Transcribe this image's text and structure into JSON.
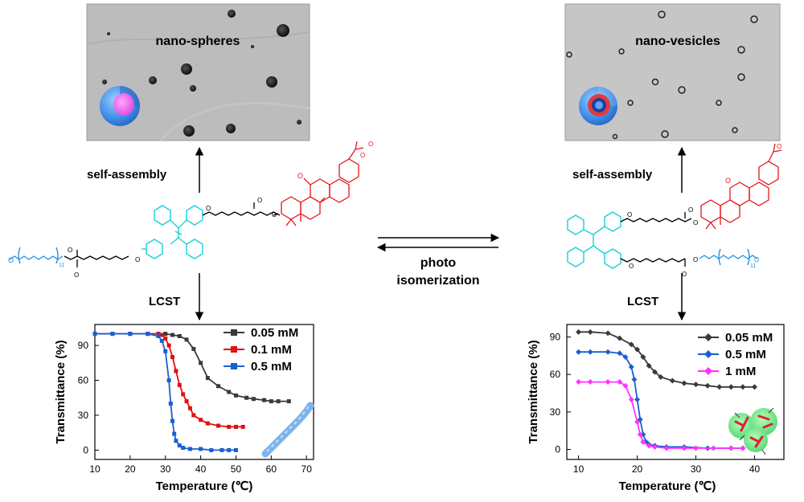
{
  "left": {
    "tem_label": "nano-spheres",
    "assembly_label": "self-assembly",
    "lcst_label": "LCST",
    "peg_subscript": "11"
  },
  "right": {
    "tem_label": "nano-vesicles",
    "assembly_label": "self-assembly",
    "lcst_label": "LCST",
    "peg_subscript": "11"
  },
  "center": {
    "line1": "photo",
    "line2": "isomerization"
  },
  "colors": {
    "tpe": "#19d1d6",
    "steroid": "#e8141a",
    "peg": "#1e8fe0",
    "black_series": "#3a3a3a",
    "red_series": "#e01010",
    "blue_series": "#1a5fd0",
    "magenta_series": "#ff33ff"
  },
  "chart_data": [
    {
      "type": "line",
      "xlabel": "Temperature (℃)",
      "ylabel": "Transmittance (%)",
      "xlim": [
        10,
        72
      ],
      "ylim": [
        -8,
        108
      ],
      "xticks": [
        10,
        20,
        30,
        40,
        50,
        60,
        70
      ],
      "yticks": [
        0,
        30,
        60,
        90
      ],
      "legend_position": "top-right",
      "series": [
        {
          "name": "0.05 mM",
          "color": "#3a3a3a",
          "marker": "square",
          "x": [
            10,
            15,
            20,
            25,
            28,
            30,
            32,
            34,
            36,
            38,
            40,
            42,
            45,
            48,
            50,
            53,
            55,
            58,
            60,
            62,
            65
          ],
          "y": [
            100,
            100,
            100,
            100,
            100,
            100,
            99,
            98,
            95,
            87,
            75,
            62,
            55,
            50,
            47,
            45,
            44,
            43,
            42,
            42,
            42
          ]
        },
        {
          "name": "0.1 mM",
          "color": "#e01010",
          "marker": "square",
          "x": [
            10,
            15,
            20,
            25,
            28,
            29,
            30,
            31,
            32,
            33,
            34,
            35,
            36,
            37,
            38,
            40,
            42,
            45,
            48,
            50,
            52
          ],
          "y": [
            100,
            100,
            100,
            100,
            100,
            99,
            96,
            90,
            80,
            68,
            56,
            48,
            42,
            36,
            30,
            26,
            23,
            21,
            20,
            20,
            20
          ]
        },
        {
          "name": "0.5 mM",
          "color": "#1a5fd0",
          "marker": "square",
          "x": [
            10,
            15,
            20,
            25,
            28,
            29,
            30,
            31,
            31.5,
            32,
            32.5,
            33,
            34,
            35,
            37,
            40,
            43,
            46,
            48,
            50
          ],
          "y": [
            100,
            100,
            100,
            100,
            98,
            94,
            85,
            60,
            40,
            25,
            14,
            8,
            4,
            2,
            1,
            1,
            0,
            0,
            0,
            0
          ]
        }
      ]
    },
    {
      "type": "line",
      "xlabel": "Temperature (℃)",
      "ylabel": "Transmittance (%)",
      "xlim": [
        8,
        45
      ],
      "ylim": [
        -8,
        100
      ],
      "xticks": [
        10,
        20,
        30,
        40
      ],
      "yticks": [
        0,
        30,
        60,
        90
      ],
      "legend_position": "top-right",
      "series": [
        {
          "name": "0.05 mM",
          "color": "#3a3a3a",
          "marker": "diamond",
          "x": [
            10,
            12,
            15,
            17,
            19,
            20,
            21,
            22,
            23,
            24,
            26,
            28,
            30,
            32,
            34,
            36,
            38,
            40
          ],
          "y": [
            94,
            94,
            93,
            89,
            84,
            80,
            74,
            67,
            62,
            58,
            55,
            53,
            52,
            51,
            50,
            50,
            50,
            50
          ]
        },
        {
          "name": "0.5 mM",
          "color": "#1a5fd0",
          "marker": "diamond",
          "x": [
            10,
            12,
            15,
            17,
            18,
            19,
            19.5,
            20,
            20.5,
            21,
            21.5,
            22,
            23,
            25,
            28,
            32,
            36,
            38
          ],
          "y": [
            78,
            78,
            78,
            77,
            74,
            66,
            56,
            40,
            24,
            12,
            6,
            4,
            3,
            2,
            2,
            1,
            1,
            1
          ]
        },
        {
          "name": "1 mM",
          "color": "#ff33ff",
          "marker": "diamond",
          "x": [
            10,
            12,
            15,
            17,
            18,
            19,
            20,
            20.5,
            21,
            22,
            23,
            25,
            28,
            30,
            33,
            36,
            38
          ],
          "y": [
            54,
            54,
            54,
            54,
            51,
            40,
            22,
            12,
            6,
            3,
            2,
            1,
            1,
            1,
            1,
            1,
            1
          ]
        }
      ]
    }
  ]
}
